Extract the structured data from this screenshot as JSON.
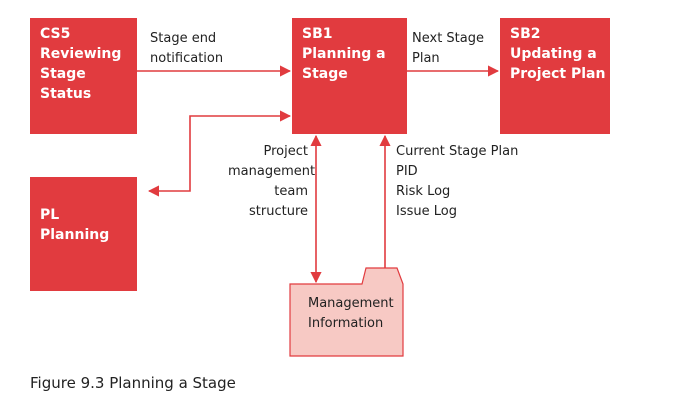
{
  "colors": {
    "box_fill": "#e13b3f",
    "arrow": "#e13b3f",
    "folder_fill": "#f7c9c4",
    "folder_stroke": "#e13b3f"
  },
  "boxes": {
    "cs5": [
      "CS5",
      "Reviewing",
      "Stage",
      "Status"
    ],
    "sb1": [
      "SB1",
      "Planning a",
      "Stage"
    ],
    "sb2": [
      "SB2",
      "Updating a",
      "Project Plan"
    ],
    "pl": [
      "PL",
      "Planning"
    ]
  },
  "labels": {
    "stage_end": [
      "Stage end",
      "notification"
    ],
    "next_stage": [
      "Next Stage",
      "Plan"
    ],
    "pmt": [
      "Project",
      "management",
      "team",
      "structure"
    ],
    "docs": [
      "Current Stage Plan",
      "PID",
      "Risk Log",
      "Issue Log"
    ]
  },
  "folder": {
    "lines": [
      "Management",
      "Information"
    ],
    "icon": "folder-icon"
  },
  "caption": "Figure 9.3 Planning a Stage"
}
